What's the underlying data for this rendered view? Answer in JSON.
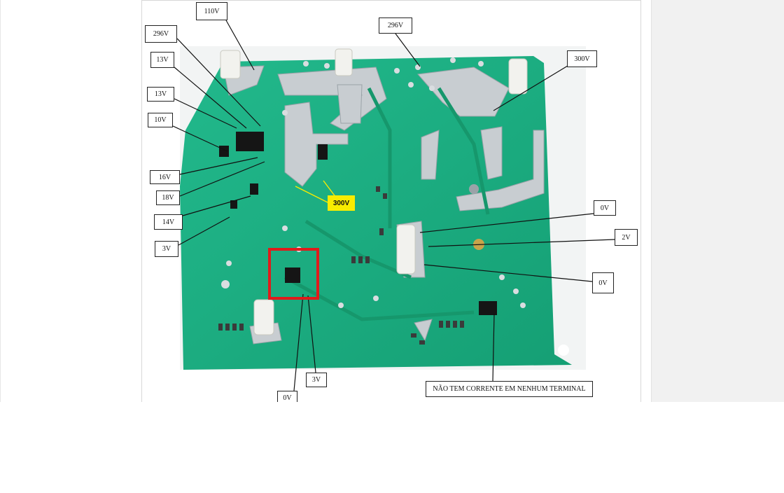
{
  "page": {
    "background": "#ffffff",
    "side_panel_color": "#f1f1f1"
  },
  "figure": {
    "board_color": "#1fb084",
    "trace_color": "#c9cfd3",
    "highlight_box_color": "#e01b1b",
    "labels": {
      "v110_top": "110V",
      "v296_left": "296V",
      "v296_top": "296V",
      "v300_right": "300V",
      "v13_a": "13V",
      "v13_b": "13V",
      "v10": "10V",
      "v16": "16V",
      "v18": "18V",
      "v14": "14V",
      "v3_left": "3V",
      "v300_center": "300V",
      "v0_right_a": "0V",
      "v2_right": "2V",
      "v0_right_b": "0V",
      "v3_bottom": "3V",
      "v0_bottom": "0V",
      "no_current_note": "NÃO TEM CORRENTE EM NENHUM TERMINAL"
    }
  }
}
